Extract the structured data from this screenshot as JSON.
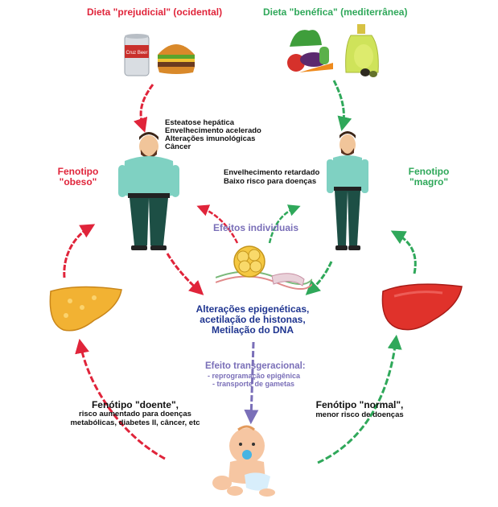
{
  "diet_bad": {
    "title": "Dieta \"prejudicial\" (ocidental)",
    "can_label": "Cruz Beer"
  },
  "diet_good": {
    "title": "Dieta \"benéfica\" (mediterrânea)"
  },
  "obese_effects": [
    "Esteatose hepática",
    "Envelhecimento acelerado",
    "Alterações imunológicas",
    "Câncer"
  ],
  "lean_effects": [
    "Envelhecimento retardado",
    "Baixo risco para doenças"
  ],
  "phenotype_obese": [
    "Fenotipo",
    "\"obeso\""
  ],
  "phenotype_lean": [
    "Fenotipo",
    "\"magro\""
  ],
  "individual_effects": "Efeitos individuais",
  "epigenetic": [
    "Alterações epigenéticas,",
    "acetilação de histonas,",
    "Metilação do DNA"
  ],
  "transgenerational": {
    "title": "Efeito transgeracional:",
    "items": [
      "- reprogramação epigênica",
      "- transporte de gametas"
    ]
  },
  "sick": {
    "title": "Fenótipo \"doente\",",
    "lines": [
      "risco aumentado para doenças",
      "metabólicas, diabetes II, câncer, etc"
    ]
  },
  "normal": {
    "title": "Fenótipo \"normal\",",
    "lines": [
      "menor risco de doenças"
    ]
  },
  "colors": {
    "red": "#e0243a",
    "green": "#2fa85a",
    "blue": "#1f3590",
    "purple": "#7a6fb8"
  }
}
